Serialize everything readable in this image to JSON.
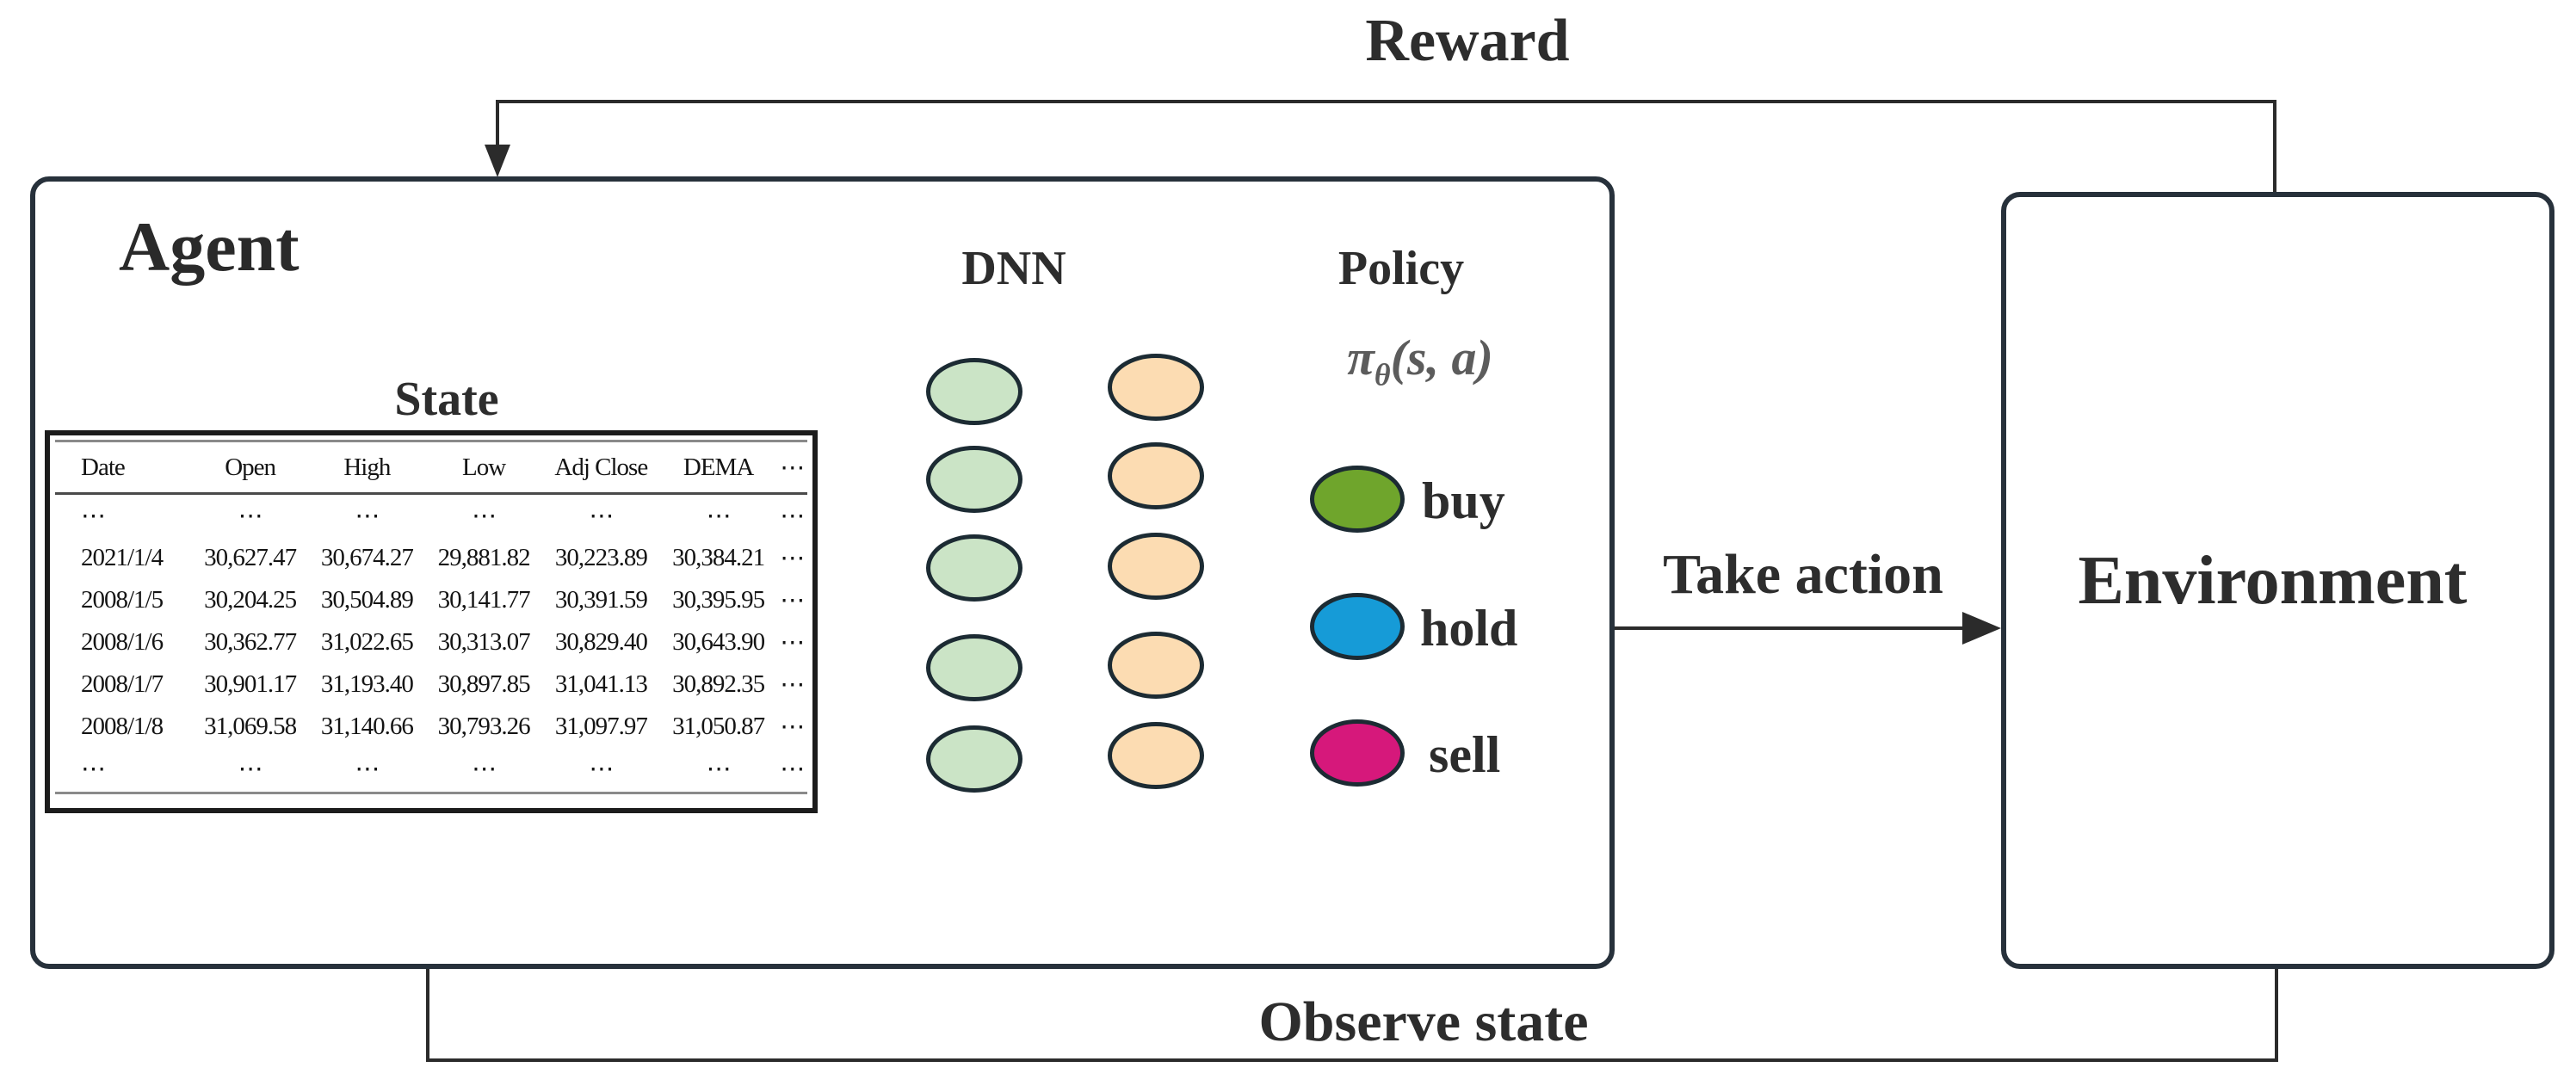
{
  "labels": {
    "reward": "Reward",
    "agent": "Agent",
    "environment": "Environment",
    "dnn": "DNN",
    "policy": "Policy",
    "state": "State",
    "take_action": "Take action",
    "observe_state": "Observe state"
  },
  "policy_formula": {
    "pi": "π",
    "sub": "θ",
    "args": "(s, a)"
  },
  "actions": [
    {
      "id": "buy",
      "label": "buy",
      "color": "#6fa52c"
    },
    {
      "id": "hold",
      "label": "hold",
      "color": "#169bd7"
    },
    {
      "id": "sell",
      "label": "sell",
      "color": "#d6187b"
    }
  ],
  "network": {
    "input_nodes": 5,
    "hidden_nodes": 5,
    "output_nodes": 3
  },
  "colors": {
    "input_node_fill": "#cbe4c6",
    "hidden_node_fill": "#fcdcb2",
    "node_border": "#1c2b33",
    "edge_line": "#39434b",
    "arrow_line": "#2b2b2b",
    "box_border": "#27313b"
  },
  "state_table": {
    "headers": [
      "Date",
      "Open",
      "High",
      "Low",
      "Adj Close",
      "DEMA",
      "⋯"
    ],
    "ellipsis_row": [
      "⋯",
      "⋯",
      "⋯",
      "⋯",
      "⋯",
      "⋯",
      "⋯"
    ],
    "rows": [
      [
        "2021/1/4",
        "30,627.47",
        "30,674.27",
        "29,881.82",
        "30,223.89",
        "30,384.21",
        "⋯"
      ],
      [
        "2008/1/5",
        "30,204.25",
        "30,504.89",
        "30,141.77",
        "30,391.59",
        "30,395.95",
        "⋯"
      ],
      [
        "2008/1/6",
        "30,362.77",
        "31,022.65",
        "30,313.07",
        "30,829.40",
        "30,643.90",
        "⋯"
      ],
      [
        "2008/1/7",
        "30,901.17",
        "31,193.40",
        "30,897.85",
        "31,041.13",
        "30,892.35",
        "⋯"
      ],
      [
        "2008/1/8",
        "31,069.58",
        "31,140.66",
        "30,793.26",
        "31,097.97",
        "31,050.87",
        "⋯"
      ]
    ]
  }
}
